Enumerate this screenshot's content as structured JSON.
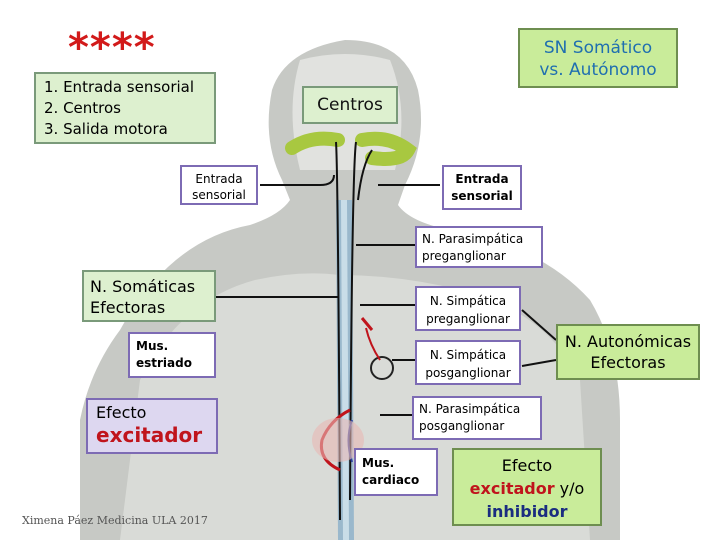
{
  "stars": "****",
  "steps": [
    "1. Entrada sensorial",
    "2. Centros",
    "3. Salida motora"
  ],
  "title": [
    "SN Somático",
    "vs. Autónomo"
  ],
  "centros": "Centros",
  "entrada_left": [
    "Entrada",
    "sensorial"
  ],
  "entrada_right": [
    "Entrada",
    "sensorial"
  ],
  "n_para_pre": [
    "N. Parasimpática",
    "preganglionar"
  ],
  "n_somaticas": [
    "N. Somáticas",
    "Efectoras"
  ],
  "n_simp_pre": [
    "N. Simpática",
    "preganglionar"
  ],
  "mus_estriado": [
    "Mus.",
    "estriado"
  ],
  "n_simp_pos": [
    "N. Simpática",
    "posganglionar"
  ],
  "n_autonomicas": [
    "N. Autonómicas",
    "Efectoras"
  ],
  "n_para_pos": [
    "N. Parasimpática",
    "posganglionar"
  ],
  "efecto_left": {
    "line1": "Efecto",
    "line2": "excitador"
  },
  "mus_cardiaco": [
    "Mus.",
    "cardiaco"
  ],
  "efecto_right": {
    "line1": "Efecto",
    "excitador": "excitador",
    "yo": " y/o",
    "inhibidor": "inhibidor"
  },
  "credit": "Ximena Páez Medicina ULA 2017",
  "colors": {
    "excitatory": "#c0141c",
    "inhibitory": "#1a2d80",
    "autonomic_box": "#c9ec9a",
    "somatic_box": "#ddf0cf"
  }
}
